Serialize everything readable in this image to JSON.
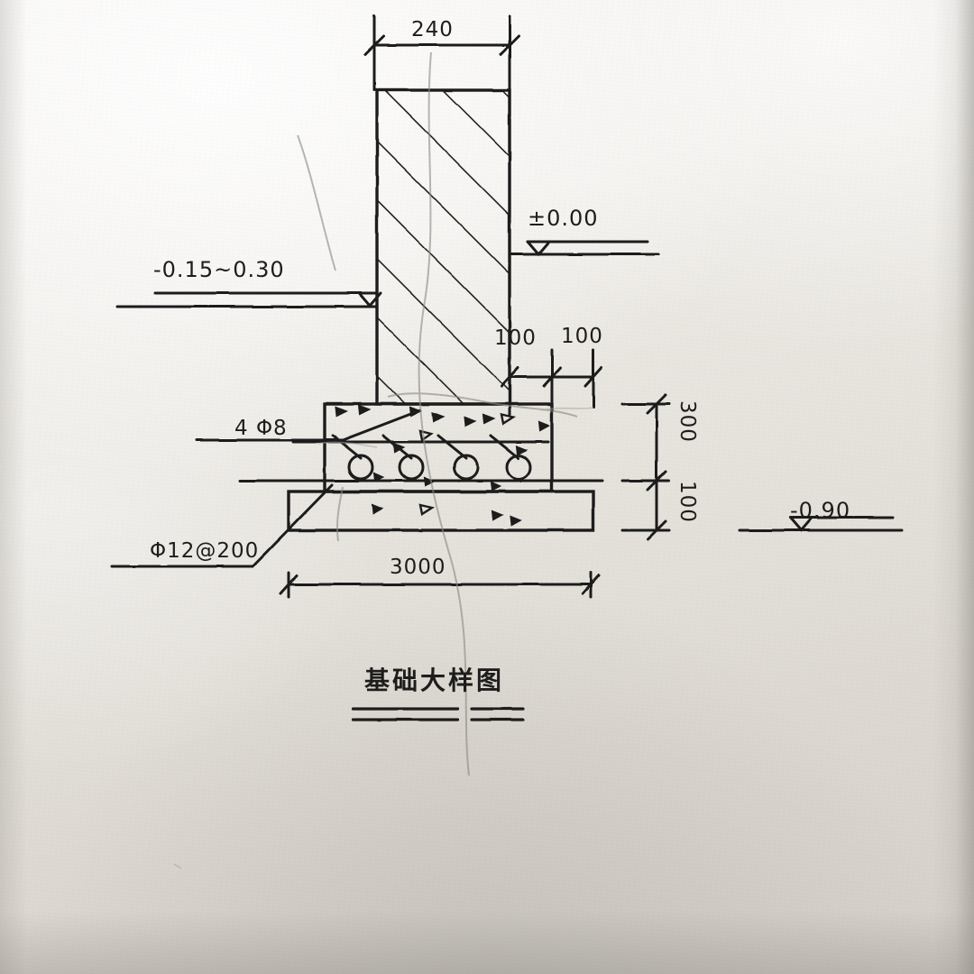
{
  "document": {
    "type": "hand-drawn-engineering-detail",
    "medium": "photograph of printed drawing on paper",
    "title": "基础大样图",
    "title_translation": "Foundation Detail Drawing"
  },
  "dimensions": {
    "column_width": "240",
    "footing_total_width": "3000",
    "step_left": "100",
    "step_right": "100",
    "upper_block_height": "300",
    "lower_slab_height": "100"
  },
  "levels": [
    {
      "id": "ground-finish",
      "label": "±0.00"
    },
    {
      "id": "backfill-range",
      "label": "-0.15~0.30"
    },
    {
      "id": "foundation-base",
      "label": "-0.90"
    }
  ],
  "reinforcement": [
    {
      "id": "stirrup-bars",
      "label": "4 Φ8"
    },
    {
      "id": "main-bars",
      "label": "Φ12@200"
    }
  ],
  "colors": {
    "ink": "#1e1d1b",
    "paper_light": "#f3f1ee",
    "paper_dark": "#d5d1ca",
    "pencil": "#8d8a84"
  }
}
